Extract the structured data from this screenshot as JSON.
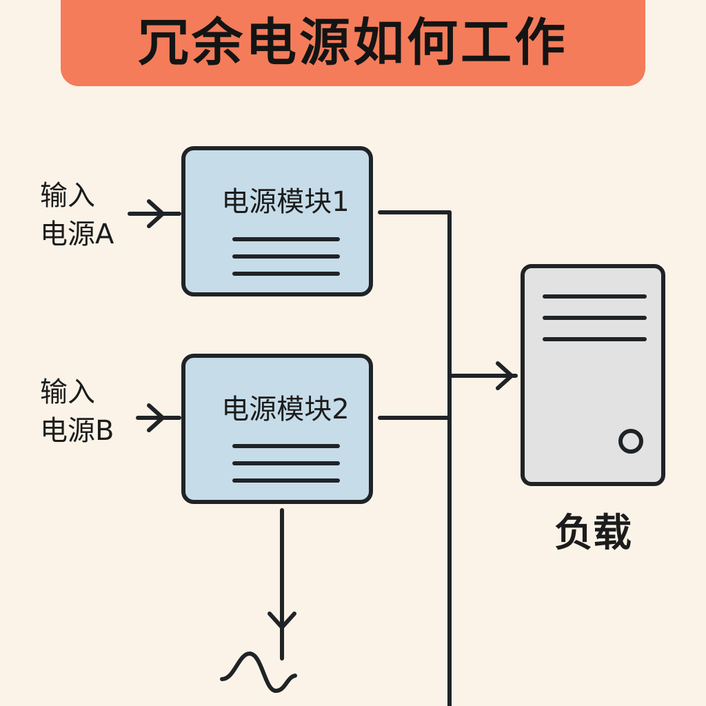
{
  "title": "冗余电源如何工作",
  "inputs": [
    {
      "line1": "输入",
      "line2": "电源A"
    },
    {
      "line1": "输入",
      "line2": "电源B"
    }
  ],
  "modules": [
    {
      "label": "电源模块1"
    },
    {
      "label": "电源模块2"
    }
  ],
  "load": {
    "label": "负载"
  },
  "colors": {
    "background": "#fbf3e8",
    "banner": "#f47c5a",
    "module_fill": "#c6dce8",
    "load_fill": "#e2e2e2",
    "stroke": "#202326"
  }
}
